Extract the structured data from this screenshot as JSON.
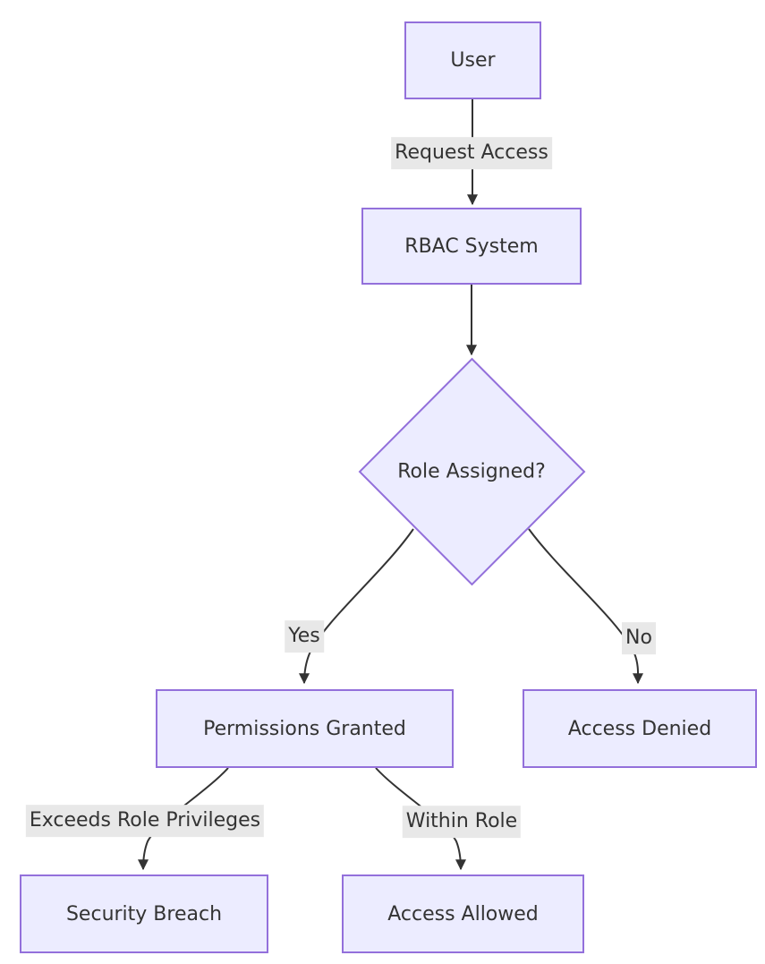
{
  "diagram": {
    "type": "flowchart",
    "direction": "top-down",
    "nodes": [
      {
        "id": "user",
        "label": "User",
        "shape": "rect"
      },
      {
        "id": "rbac-system",
        "label": "RBAC System",
        "shape": "rect"
      },
      {
        "id": "role-assigned",
        "label": "Role Assigned?",
        "shape": "diamond"
      },
      {
        "id": "permissions-granted",
        "label": "Permissions Granted",
        "shape": "rect"
      },
      {
        "id": "access-denied",
        "label": "Access Denied",
        "shape": "rect"
      },
      {
        "id": "security-breach",
        "label": "Security Breach",
        "shape": "rect"
      },
      {
        "id": "access-allowed",
        "label": "Access Allowed",
        "shape": "rect"
      }
    ],
    "edges": [
      {
        "from": "user",
        "to": "rbac-system",
        "label": "Request Access"
      },
      {
        "from": "rbac-system",
        "to": "role-assigned",
        "label": ""
      },
      {
        "from": "role-assigned",
        "to": "permissions-granted",
        "label": "Yes"
      },
      {
        "from": "role-assigned",
        "to": "access-denied",
        "label": "No"
      },
      {
        "from": "permissions-granted",
        "to": "security-breach",
        "label": "Exceeds Role Privileges"
      },
      {
        "from": "permissions-granted",
        "to": "access-allowed",
        "label": "Within Role"
      }
    ],
    "colors": {
      "node_fill": "#ECECFF",
      "node_border": "#9370DB",
      "text": "#333333",
      "edge_line": "#333333",
      "edge_label_bg": "#e8e8e8",
      "background": "#ffffff"
    }
  }
}
